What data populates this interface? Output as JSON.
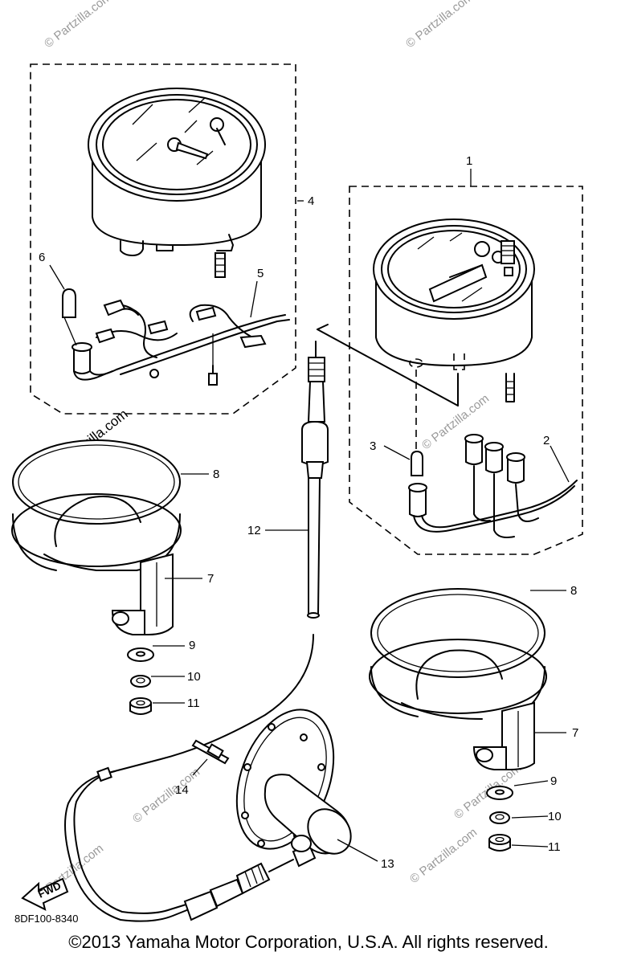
{
  "callouts": {
    "c1": "1",
    "c2": "2",
    "c3": "3",
    "c4": "4",
    "c5": "5",
    "c6": "6",
    "c7a": "7",
    "c7b": "7",
    "c8a": "8",
    "c8b": "8",
    "c9a": "9",
    "c9b": "9",
    "c10a": "10",
    "c10b": "10",
    "c11a": "11",
    "c11b": "11",
    "c12": "12",
    "c13": "13",
    "c14": "14"
  },
  "watermarks": {
    "w1": "© Partzilla.com",
    "w2": "© Partzilla.com",
    "w3": "© Partzilla.com",
    "w4": "© Partzilla.com",
    "w5": "© Partzilla.com",
    "w6": "© Partzilla.com",
    "w7": "© Partzilla.com",
    "w8": "© Partzilla.com"
  },
  "fwd_label": "FWD",
  "diagram_code": "8DF100-8340",
  "copyright": "©2013 Yamaha Motor Corporation, U.S.A. All rights reserved."
}
